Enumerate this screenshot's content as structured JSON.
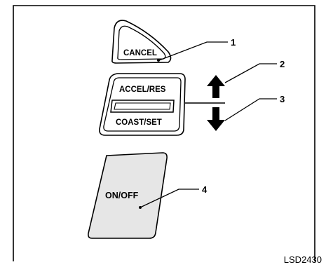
{
  "controls": {
    "cancel_label": "CANCEL",
    "accel_res_label": "ACCEL/RES",
    "coast_set_label": "COAST/SET",
    "on_off_label": "ON/OFF"
  },
  "callouts": [
    "1",
    "2",
    "3",
    "4"
  ],
  "figure_code": "LSD2430",
  "colors": {
    "line": "#000000",
    "panel_fill": "#ffffff",
    "switch_fill": "#ffffff",
    "on_off_fill": "#e6e6e6",
    "arrow_fill": "#000000"
  },
  "icons": {
    "up_arrow": "arrow-up-icon",
    "down_arrow": "arrow-down-icon"
  }
}
